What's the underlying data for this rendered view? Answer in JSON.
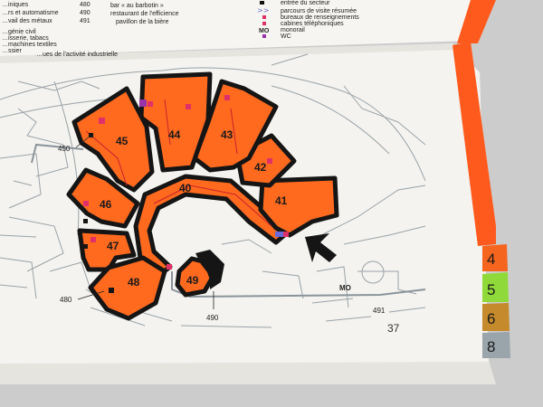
{
  "top_left_index": [
    {
      "text": "…iniques",
      "num": "480"
    },
    {
      "text": "…rs et automatisme",
      "num": "490"
    },
    {
      "text": "…vail des métaux",
      "num": "491"
    },
    {
      "text": "…génie civil",
      "num": ""
    },
    {
      "text": "…isserie, tabacs",
      "num": ""
    },
    {
      "text": "…machines textiles",
      "num": ""
    },
    {
      "text": "…ssier",
      "num": ""
    },
    {
      "text": "…ues de l'activité industrielle",
      "num": ""
    }
  ],
  "top_middle": [
    {
      "text": "bar « au barbotin »"
    },
    {
      "text": "restaurant de l'efficience"
    },
    {
      "text": "pavillon de la bière"
    }
  ],
  "legend": [
    {
      "symbol": "square",
      "color": "#111111",
      "text": "entrée du secteur"
    },
    {
      "symbol": "arrows",
      "color": "#6a6ad8",
      "text": "parcours de visite résumée"
    },
    {
      "symbol": "square",
      "color": "#e0306a",
      "text": "bureaux de renseignements"
    },
    {
      "symbol": "square",
      "color": "#e0306a",
      "text": "cabines téléphoniques"
    },
    {
      "symbol": "mo",
      "color": "#222222",
      "text": "monorail",
      "code": "MO"
    },
    {
      "symbol": "square",
      "color": "#9933aa",
      "text": "WC"
    }
  ],
  "pavilions": [
    {
      "id": "40",
      "label": "40"
    },
    {
      "id": "41",
      "label": "41"
    },
    {
      "id": "42",
      "label": "42"
    },
    {
      "id": "43",
      "label": "43"
    },
    {
      "id": "44",
      "label": "44"
    },
    {
      "id": "45",
      "label": "45"
    },
    {
      "id": "46",
      "label": "46"
    },
    {
      "id": "47",
      "label": "47"
    },
    {
      "id": "48",
      "label": "48"
    },
    {
      "id": "49",
      "label": "49"
    }
  ],
  "callouts": {
    "c450": "450",
    "c480": "480",
    "c490": "490",
    "c491": "491",
    "mo": "MO"
  },
  "page_number": "37",
  "tabs": [
    {
      "label": "4",
      "color": "#f5651e"
    },
    {
      "label": "5",
      "color": "#8fd93a"
    },
    {
      "label": "6",
      "color": "#c58a2c"
    },
    {
      "label": "8",
      "color": "#9aa4ab"
    }
  ],
  "colors": {
    "pavilion": "#ff6a1f",
    "outline": "#151515",
    "page": "#f4f3ef",
    "map_lines": "#9aa2a8"
  }
}
